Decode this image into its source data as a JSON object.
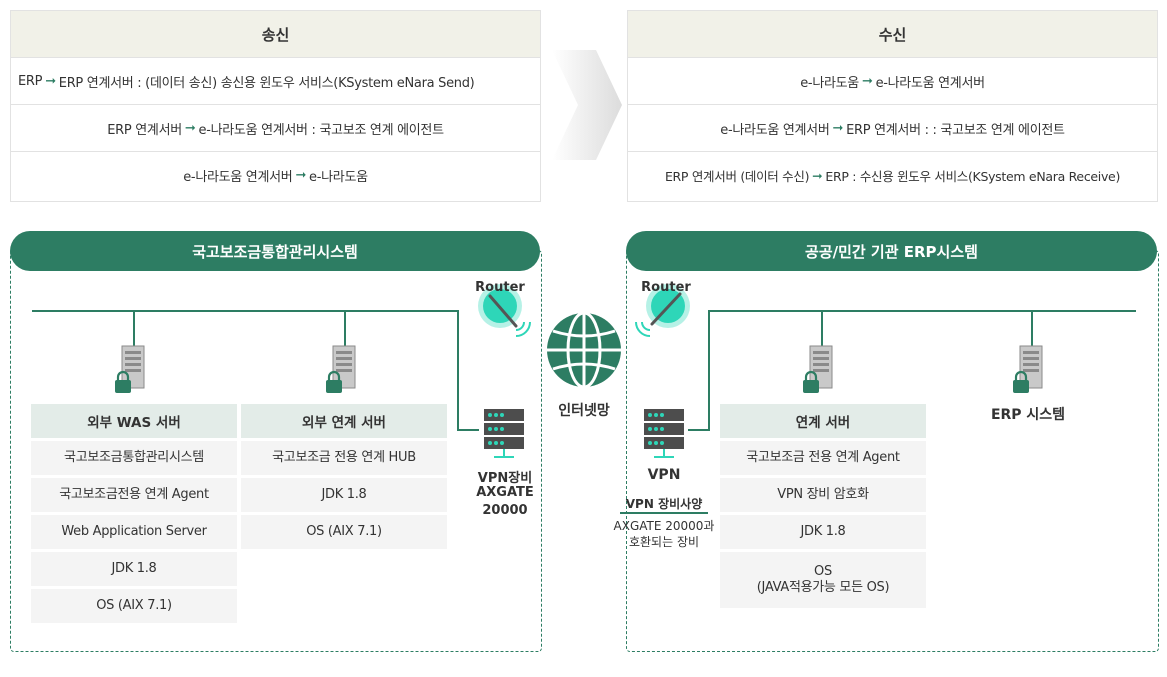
{
  "send": {
    "title": "송신",
    "rows": [
      {
        "a": "ERP",
        "b": "ERP 연계서버 : (데이터 송신) 송신용 윈도우 서비스(KSystem eNara Send)"
      },
      {
        "a": "ERP 연계서버",
        "b": "e-나라도움 연계서버 : 국고보조 연계 에이전트"
      },
      {
        "a": "e-나라도움 연계서버",
        "b": "e-나라도움"
      }
    ]
  },
  "receive": {
    "title": "수신",
    "rows": [
      {
        "a": "e-나라도움",
        "b": "e-나라도움 연계서버"
      },
      {
        "a": "e-나라도움 연계서버",
        "b": "ERP 연계서버 : : 국고보조 연계 에이전트"
      },
      {
        "a": "ERP 연계서버 (데이터 수신)",
        "b": "ERP : 수신용 윈도우 서비스(KSystem eNara Receive)"
      }
    ]
  },
  "left_system": {
    "title": "국고보조금통합관리시스템",
    "was": {
      "header": "외부 WAS 서버",
      "items": [
        "국고보조금통합관리시스템",
        "국고보조금전용 연계 Agent",
        "Web Application Server",
        "JDK 1.8",
        "OS (AIX 7.1)"
      ]
    },
    "link": {
      "header": "외부 연계 서버",
      "items": [
        "국고보조금 전용 연계 HUB",
        "JDK 1.8",
        "OS (AIX 7.1)"
      ]
    },
    "router_label": "Router",
    "vpn_label_1": "VPN장비",
    "vpn_label_2": "AXGATE",
    "vpn_label_3": "20000"
  },
  "internet_label": "인터넷망",
  "right_system": {
    "title": "공공/민간 기관 ERP시스템",
    "router_label": "Router",
    "vpn_label": "VPN",
    "vpn_spec_title": "VPN 장비사양",
    "vpn_spec_line1": "AXGATE 20000과",
    "vpn_spec_line2": "호환되는 장비",
    "link": {
      "header": "연계 서버",
      "items": [
        "국고보조금 전용 연계 Agent",
        "VPN 장비 암호화",
        "JDK 1.8"
      ],
      "os_line1": "OS",
      "os_line2": "(JAVA적용가능 모든 OS)"
    },
    "erp_label": "ERP 시스템"
  },
  "colors": {
    "accent": "#2d7d63",
    "router": "#2ed6b8",
    "header_bg": "#f1f1e8"
  }
}
